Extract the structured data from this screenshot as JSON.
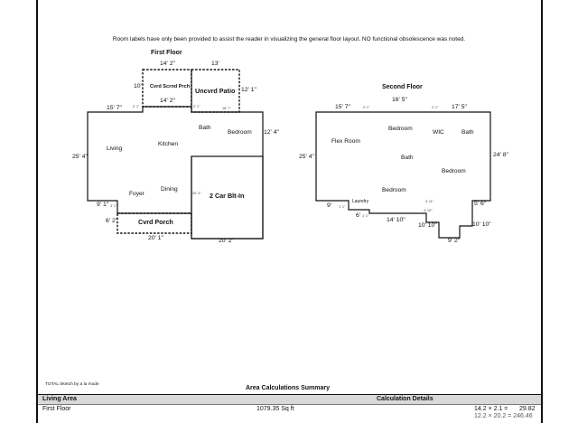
{
  "note": "Room labels have only been provided to assist the reader in visualizing the general floor layout. NO functional obsolescence was noted.",
  "first_floor": {
    "title": "First Floor",
    "dims": {
      "top_porch": "14' 2\"",
      "top_patio": "13'",
      "porch_left": "10'",
      "porch_bottom": "14' 2\"",
      "patio_right": "12' 1\"",
      "left_top": "15' 7\"",
      "right_side": "12' 4\"",
      "left_side": "25' 4\"",
      "lower_left": "9' 1\"",
      "porch_front_left": "6' 2\"",
      "bottom_porch": "20' 1\"",
      "bottom_garage": "20' 2\""
    },
    "tiny": {
      "t1": "2' 1\"",
      "t2": "2' 1\"",
      "t3": "18' 7\"",
      "t4": "20' 3\"",
      "t5": "3' 1\""
    },
    "rooms": {
      "screened_porch": "Cvrd Scrnd Prch",
      "patio": "Uncvrd Patio",
      "living": "Living",
      "kitchen": "Kitchen",
      "bath": "Bath",
      "bedroom": "Bedroom",
      "foyer": "Foyer",
      "dining": "Dining",
      "garage": "2 Car Blt-In",
      "porch": "Cvrd Porch"
    }
  },
  "second_floor": {
    "title": "Second Floor",
    "dims": {
      "top_mid": "16' 5\"",
      "top_left": "15' 7\"",
      "top_right": "17' 5\"",
      "left_side": "25' 4\"",
      "right_side": "24' 8\"",
      "lower_left": "9'",
      "laundry_drop": "6'",
      "bottom_mid": "14' 10\"",
      "mid_step": "10' 10\"",
      "right_step": "5' 6\"",
      "right_lower": "10' 10\"",
      "bottom_right": "9' 2\""
    },
    "tiny": {
      "t1": "2' 1\"",
      "t2": "2' 1\"",
      "t3": "1' 1\"",
      "t4": "1' 1\"",
      "t5": "4' 11\"",
      "t6": "4' 10\""
    },
    "rooms": {
      "flex": "Flex Room",
      "bedroom_top": "Bedroom",
      "wic": "WIC",
      "bath_right": "Bath",
      "bath_mid": "Bath",
      "bedroom_right": "Bedroom",
      "bedroom_bottom": "Bedroom",
      "laundry": "Laundry"
    }
  },
  "sketch_credit": "TOTAL Sketch by a la mode",
  "summary": {
    "title": "Area Calculations Summary",
    "col_left": "Living Area",
    "col_right": "Calculation Details",
    "rows": [
      {
        "name": "First Floor",
        "area": "1079.35 Sq ft",
        "calc": "14.2 × 2.1  =",
        "value": "29.82"
      }
    ],
    "partial_row": "12.2 × 20.2 =    246.46"
  }
}
